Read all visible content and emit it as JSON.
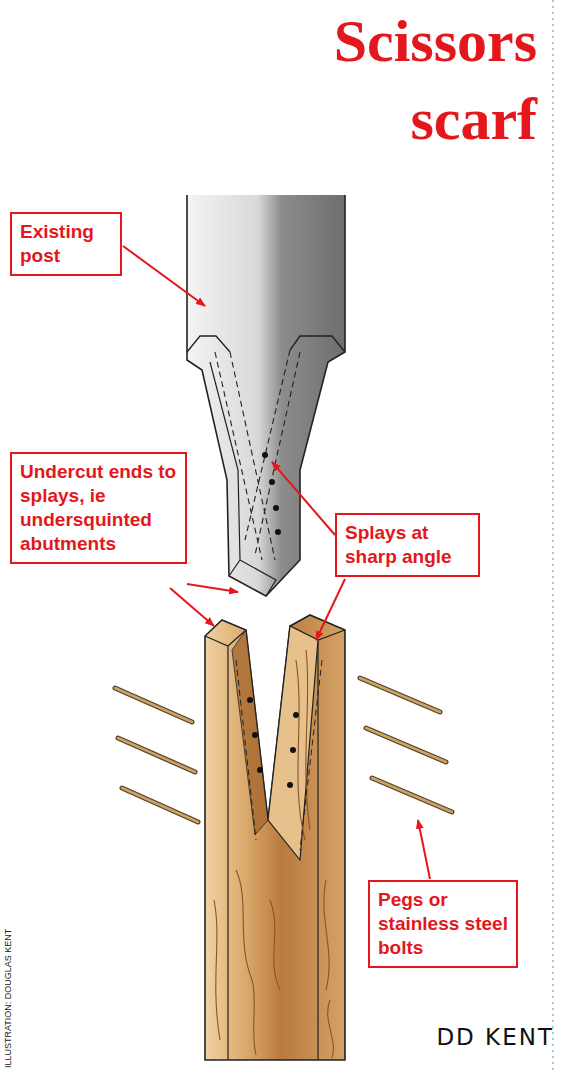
{
  "diagram": {
    "title": "Scissors scarf",
    "nodes": [
      {
        "text": [
          "Existing post"
        ]
      },
      {
        "text": [
          "Undercut ends to splays, ie undersquinted abutments"
        ]
      },
      {
        "text": [
          "Splays at sharp angle"
        ]
      },
      {
        "text": [
          "Pegs or stainless steel bolts"
        ]
      }
    ],
    "labels": [
      "DD KENT",
      "ILLUSTRATION: DOUGLAS KENT"
    ]
  }
}
